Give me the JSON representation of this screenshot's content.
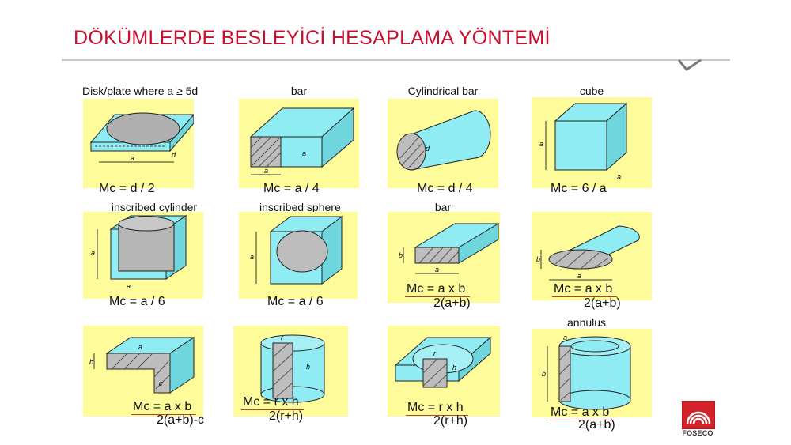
{
  "title": "DÖKÜMLERDE BESLEYİCİ HESAPLAMA YÖNTEMİ",
  "logo_text": "FOSECO",
  "accent_color": "#c8102e",
  "panel_color": "#fdfb9a",
  "shape_color": "#8fecf2",
  "cells": [
    {
      "caption": "Disk/plate where a ≥ 5d",
      "formula": "Mc = d / 2",
      "icon": "disk-plate-diagram"
    },
    {
      "caption": "bar",
      "formula": "Mc = a / 4",
      "icon": "square-bar-diagram"
    },
    {
      "caption": "Cylindrical bar",
      "formula": "Mc = d / 4",
      "icon": "cylindrical-bar-diagram"
    },
    {
      "caption": "cube",
      "formula": "Mc = 6 / a",
      "icon": "cube-diagram"
    },
    {
      "caption": "inscribed cylinder",
      "formula": "Mc = a / 6",
      "icon": "inscribed-cylinder-diagram"
    },
    {
      "caption": "inscribed sphere",
      "formula": "Mc = a / 6",
      "icon": "inscribed-sphere-diagram"
    },
    {
      "caption": "bar",
      "numerator": "Mc = a x b",
      "denominator": "2(a+b)",
      "icon": "rect-bar-diagram"
    },
    {
      "caption": "",
      "numerator": "Mc = a x b",
      "denominator": "2(a+b)",
      "icon": "elliptical-bar-diagram"
    },
    {
      "caption": "",
      "numerator": "Mc = a x b",
      "denominator": "2(a+b)-c",
      "icon": "angle-section-diagram"
    },
    {
      "caption": "",
      "numerator": "Mc = r x h",
      "denominator": "2(r+h)",
      "icon": "cylinder-section-diagram"
    },
    {
      "caption": "",
      "numerator": "Mc = r x h",
      "denominator": "2(r+h)",
      "icon": "cylinder-in-plate-diagram"
    },
    {
      "caption": "annulus",
      "numerator": "Mc = a x b",
      "denominator": "2(a+b)",
      "icon": "annulus-diagram"
    }
  ]
}
